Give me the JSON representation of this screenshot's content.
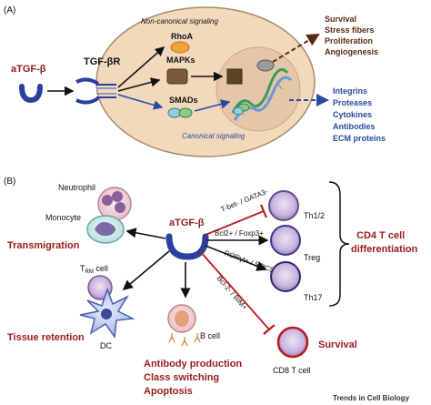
{
  "panel_a": {
    "label": "(A)",
    "atgf": "aTGF-β",
    "receptor": "TGF-βR",
    "noncanonical": "Non-canonical signaling",
    "canonical": "Canonical signaling",
    "rhoa": "RhoA",
    "mapks": "MAPKs",
    "smads": "SMADs",
    "outcomes_noncanonical": [
      "Survival",
      "Stress fibers",
      "Proliferation",
      "Angiogenesis"
    ],
    "outcomes_canonical": [
      "Integrins",
      "Proteases",
      "Cytokines",
      "Antibodies",
      "ECM proteins"
    ]
  },
  "panel_b": {
    "label": "(B)",
    "atgf": "aTGF-β",
    "neutrophil": "Neutrophil",
    "monocyte": "Monocyte",
    "transmigration": "Transmigration",
    "trm_main": "T",
    "trm_sub": "RM",
    "trm_suffix": " cell",
    "dc": "DC",
    "tissue_retention": "Tissue retention",
    "bcell": "B cell",
    "bcell_outcomes": [
      "Antibody production",
      "Class switching",
      "Apoptosis"
    ],
    "th12_factor": "T-bet- / GATA3-",
    "treg_factor": "Bcl2+ / Foxp3+",
    "th17_factor": "RORγt+ / SOCS3-",
    "cd8_factor": "Bcl-2- / BIM+",
    "th12": "Th1/2",
    "treg": "Treg",
    "th17": "Th17",
    "cd4_title": [
      "CD4 T cell",
      "differentiation"
    ],
    "survival": "Survival",
    "cd8": "CD8 T cell"
  },
  "footer": "Trends in Cell Biology",
  "colors": {
    "cell_fill": "#f2d9bc",
    "nucleus_fill": "#e4c7a8",
    "accent_red": "#9a1b1b",
    "accent_blue": "#2a4aa0",
    "ligand_blue": "#2c3f9e"
  }
}
